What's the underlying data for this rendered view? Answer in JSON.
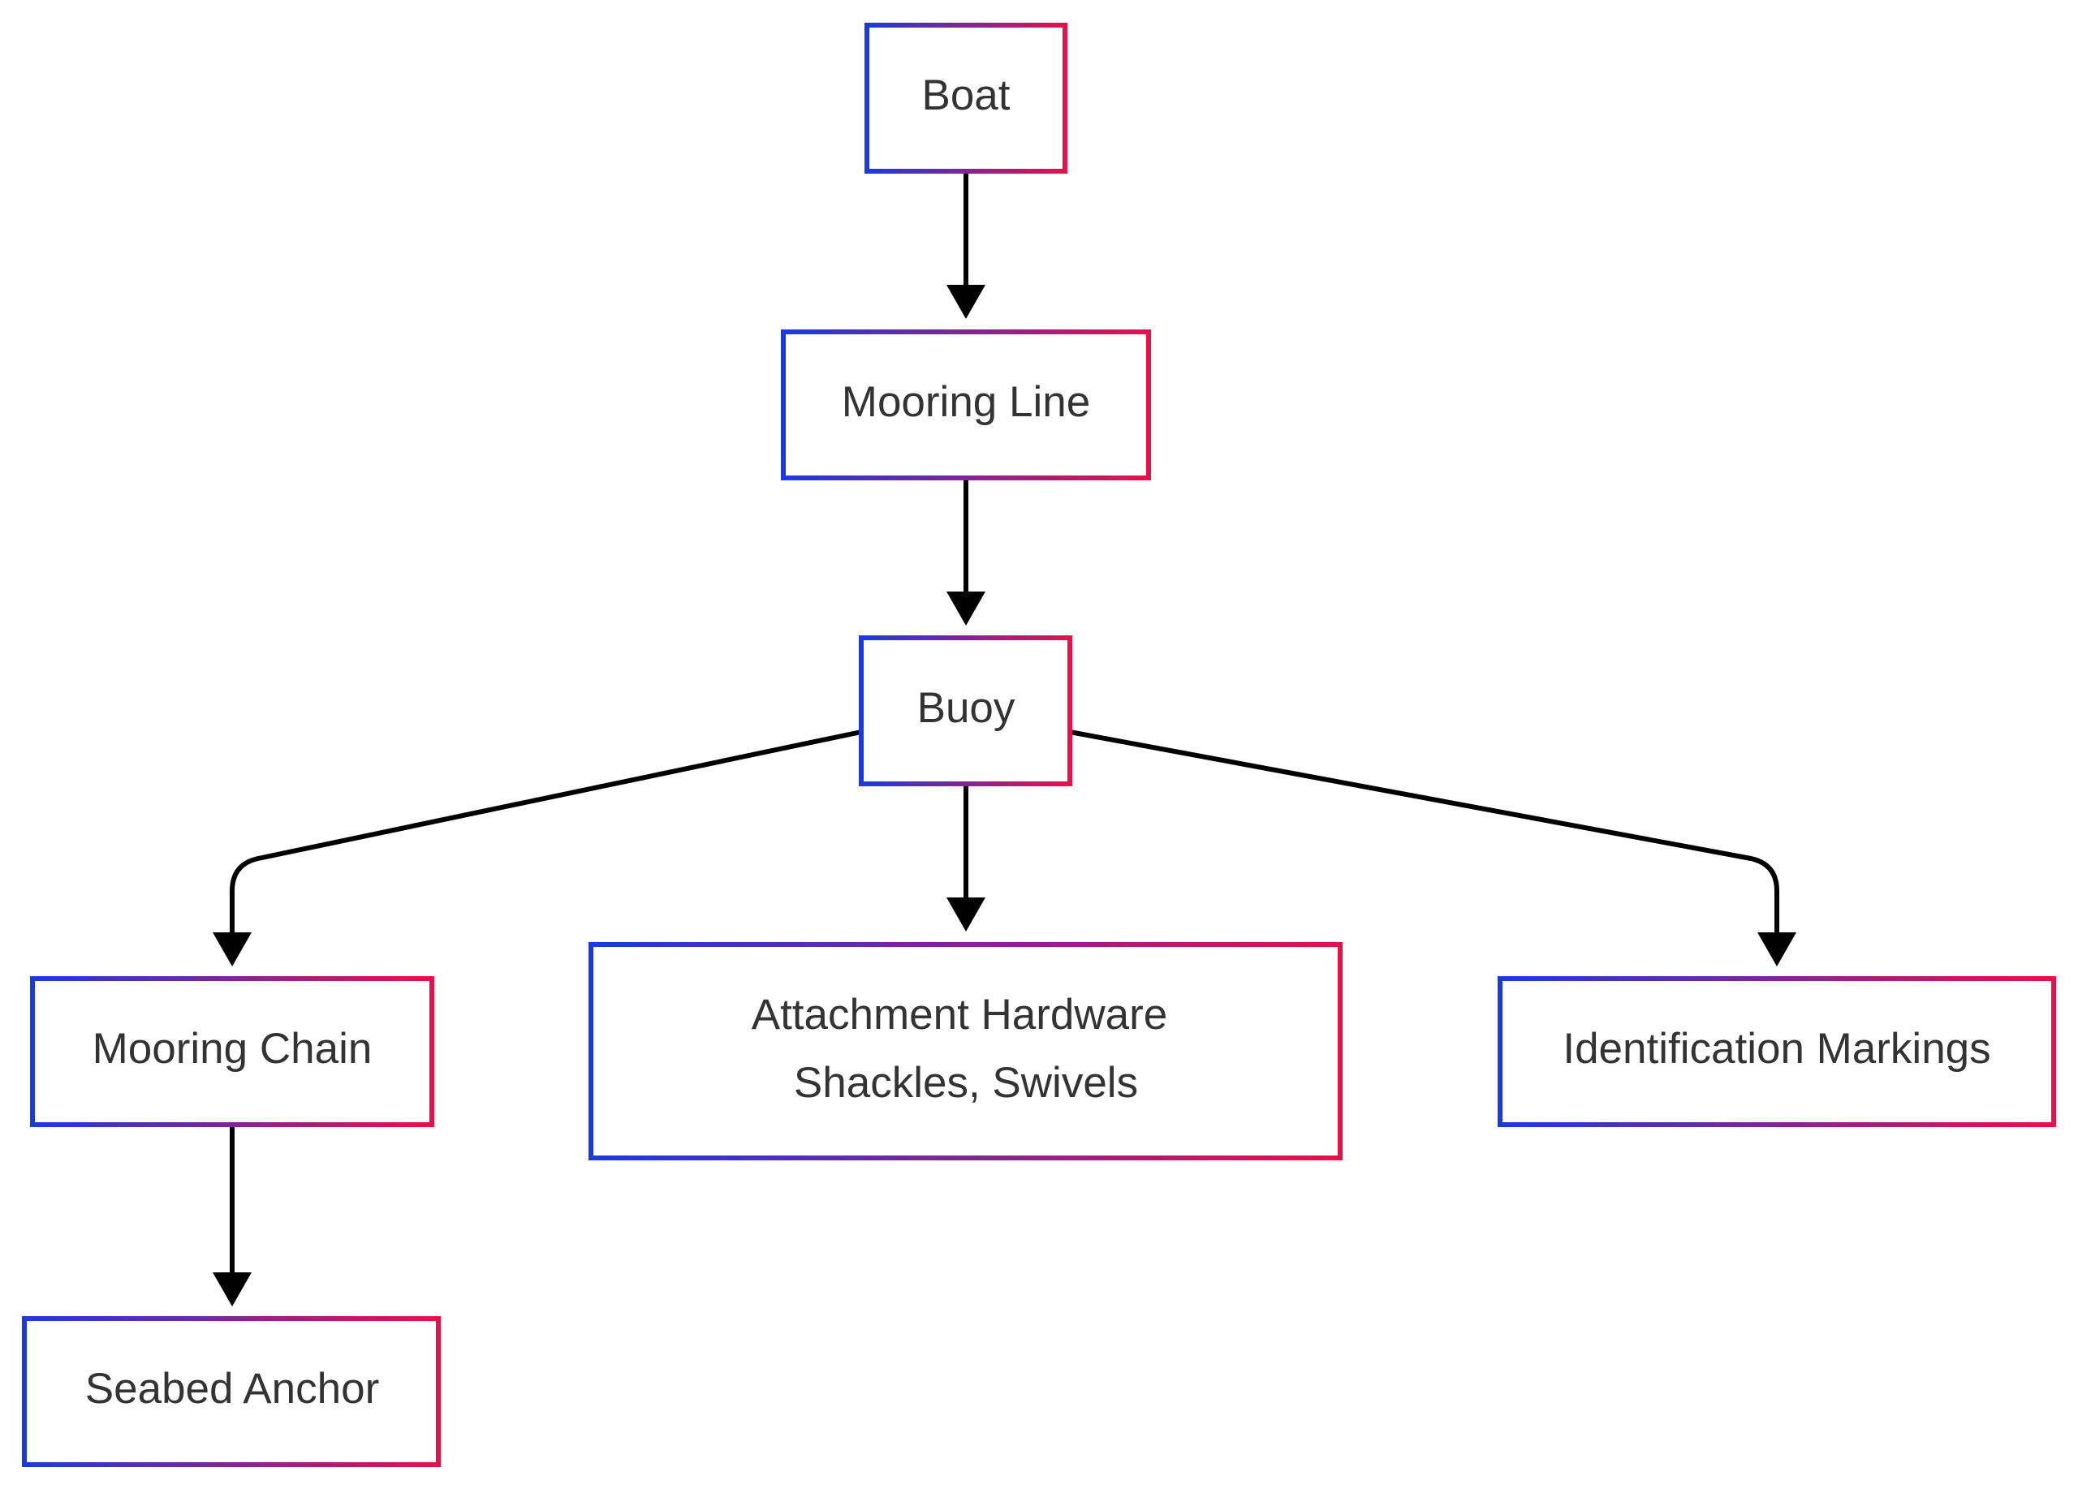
{
  "nodes": {
    "boat": "Boat",
    "mooring_line": "Mooring Line",
    "buoy": "Buoy",
    "mooring_chain": "Mooring Chain",
    "attachment_hardware": [
      "Attachment Hardware",
      "Shackles, Swivels"
    ],
    "identification_markings": "Identification Markings",
    "seabed_anchor": "Seabed Anchor"
  },
  "edges": [
    {
      "from": "boat",
      "to": "mooring_line"
    },
    {
      "from": "mooring_line",
      "to": "buoy"
    },
    {
      "from": "buoy",
      "to": "mooring_chain"
    },
    {
      "from": "buoy",
      "to": "attachment_hardware"
    },
    {
      "from": "buoy",
      "to": "identification_markings"
    },
    {
      "from": "mooring_chain",
      "to": "seabed_anchor"
    }
  ],
  "colors": {
    "border_start": "#1a3ae0",
    "border_end": "#e8104a",
    "edge": "#000000",
    "text": "#333333",
    "background": "#ffffff"
  }
}
